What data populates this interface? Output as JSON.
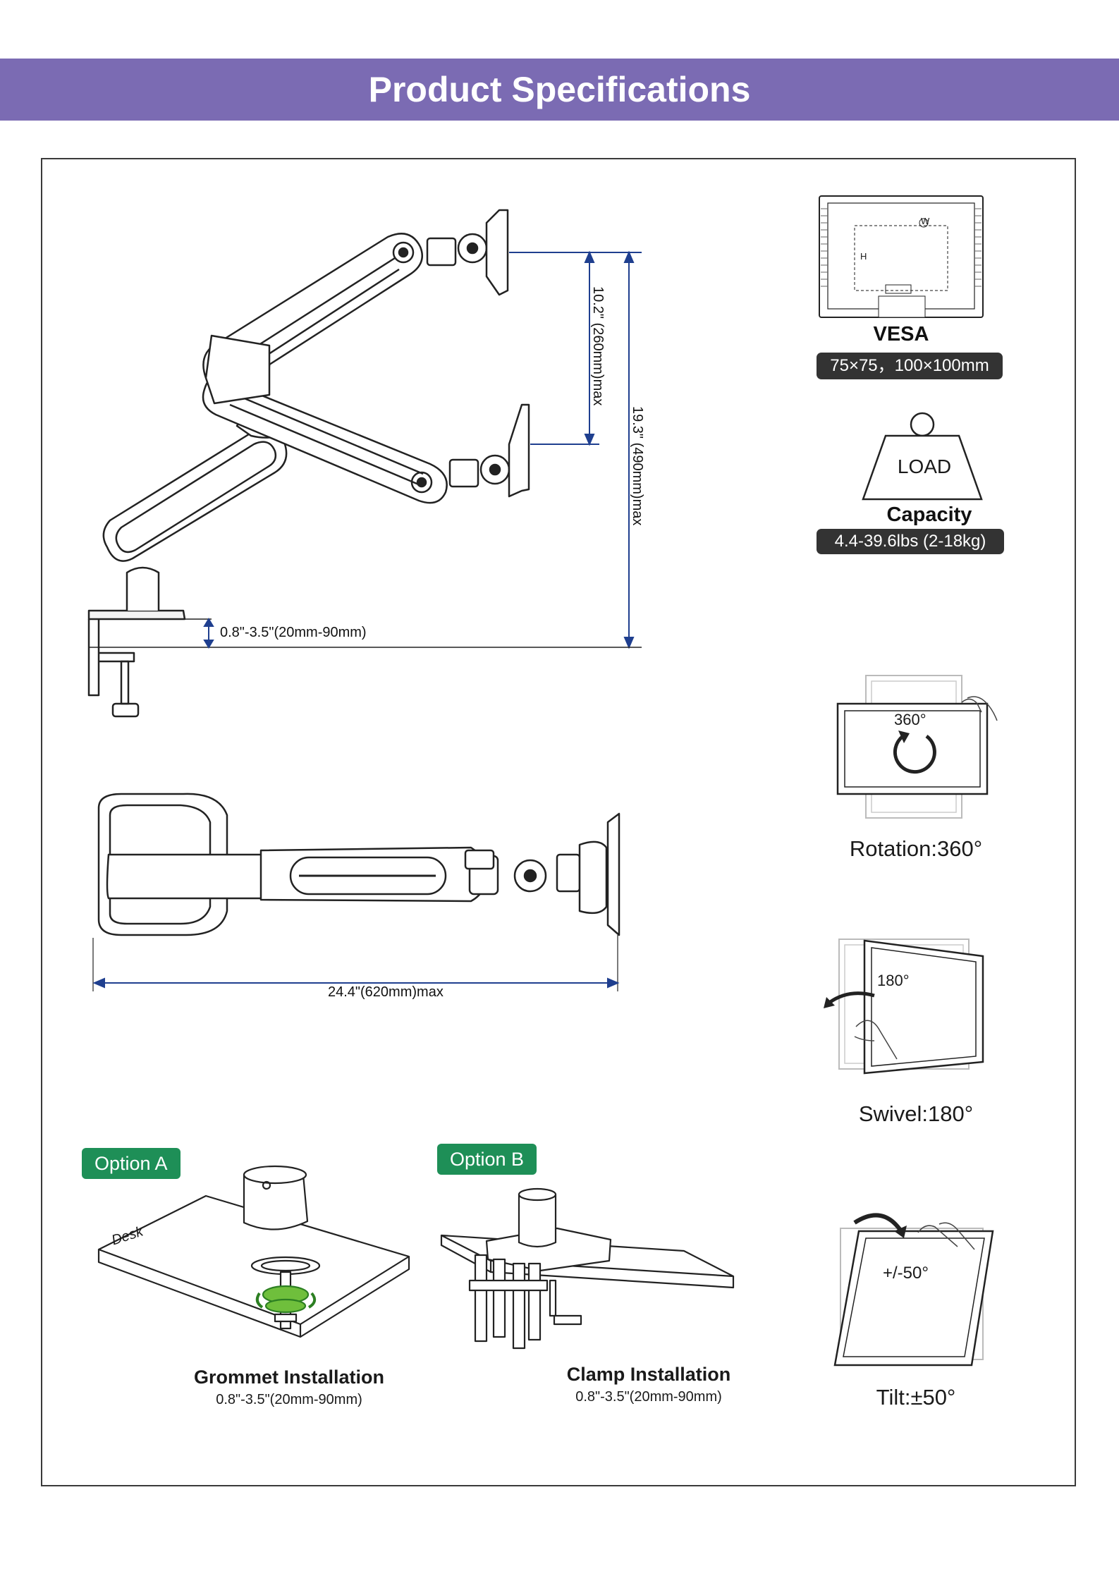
{
  "header": {
    "title": "Product Specifications"
  },
  "dimensions": {
    "arm_height_diff": "10.2\" (260mm)max",
    "total_height": "19.3\" (490mm)max",
    "desk_thickness": "0.8\"-3.5\"(20mm-90mm)",
    "reach": "24.4\"(620mm)max"
  },
  "vesa": {
    "title": "VESA",
    "value": "75×75，100×100mm",
    "w_label": "W",
    "h_label": "H"
  },
  "load": {
    "icon_text": "LOAD",
    "title": "Capacity",
    "value": "4.4-39.6lbs (2-18kg)"
  },
  "rotation": {
    "degree": "360°",
    "caption": "Rotation:360°"
  },
  "swivel": {
    "degree": "180°",
    "caption": "Swivel:180°"
  },
  "tilt": {
    "degree": "+/-50°",
    "caption": "Tilt:±50°"
  },
  "option_a": {
    "badge": "Option A",
    "desk_label": "Desk",
    "title": "Grommet Installation",
    "range": "0.8\"-3.5\"(20mm-90mm)"
  },
  "option_b": {
    "badge": "Option B",
    "title": "Clamp Installation",
    "range": "0.8\"-3.5\"(20mm-90mm)"
  },
  "colors": {
    "banner": "#7b6bb3",
    "badge": "#1e8f57",
    "pill": "#333333",
    "dimension_line": "#1f3f8f"
  }
}
